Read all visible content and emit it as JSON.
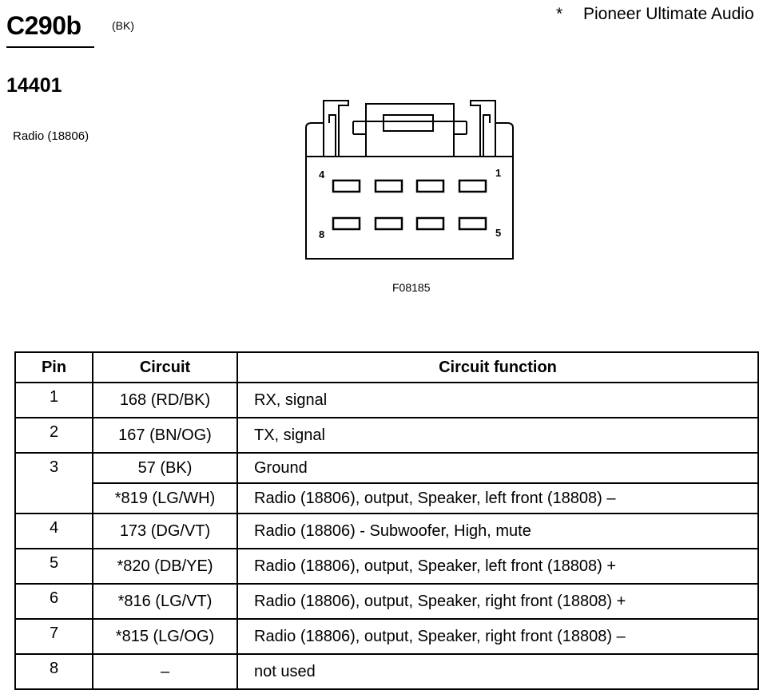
{
  "header": {
    "connector_id": "C290b",
    "connector_color": "(BK)",
    "footnote_marker": "*",
    "footnote_text": "Pioneer Ultimate Audio",
    "part_number": "14401",
    "component": "Radio (18806)"
  },
  "connector": {
    "figure_ref": "F08185",
    "pin_labels": {
      "top_left": "4",
      "top_right": "1",
      "bottom_left": "8",
      "bottom_right": "5"
    }
  },
  "table": {
    "headers": {
      "pin": "Pin",
      "circuit": "Circuit",
      "function": "Circuit function"
    },
    "rows": [
      {
        "pin": "1",
        "circuit": "168 (RD/BK)",
        "function": "RX, signal"
      },
      {
        "pin": "2",
        "circuit": "167 (BN/OG)",
        "function": "TX, signal"
      },
      {
        "pin": "3",
        "circuit": "57 (BK)",
        "function": "Ground"
      },
      {
        "pin": "",
        "circuit": "*819 (LG/WH)",
        "function": "Radio (18806), output, Speaker, left front (18808) –"
      },
      {
        "pin": "4",
        "circuit": "173 (DG/VT)",
        "function": "Radio (18806) - Subwoofer, High, mute"
      },
      {
        "pin": "5",
        "circuit": "*820 (DB/YE)",
        "function": "Radio (18806), output, Speaker, left front (18808) +"
      },
      {
        "pin": "6",
        "circuit": "*816 (LG/VT)",
        "function": "Radio (18806), output, Speaker, right front (18808) +"
      },
      {
        "pin": "7",
        "circuit": "*815 (LG/OG)",
        "function": "Radio (18806), output, Speaker, right front (18808) –"
      },
      {
        "pin": "8",
        "circuit": "–",
        "function": "not used"
      }
    ]
  }
}
